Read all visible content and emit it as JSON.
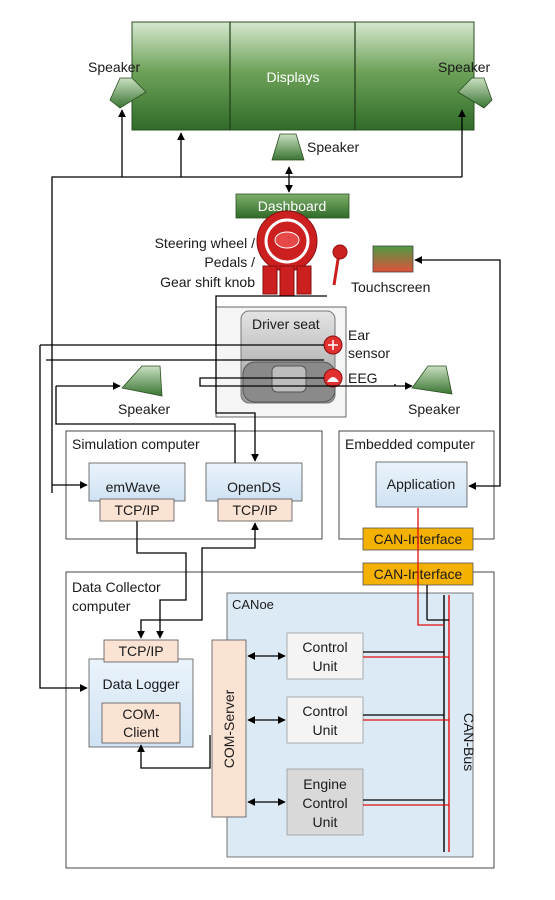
{
  "displays_label": "Displays",
  "speaker_left": "Speaker",
  "speaker_right": "Speaker",
  "speaker_center": "Speaker",
  "speaker_mid_left": "Speaker",
  "speaker_mid_right": "Speaker",
  "dashboard": "Dashboard",
  "steering_line1": "Steering wheel /",
  "steering_line2": "Pedals /",
  "steering_line3": "Gear shift knob",
  "touchscreen": "Touchscreen",
  "driver_seat": "Driver seat",
  "ear_sensor_line1": "Ear",
  "ear_sensor_line2": "sensor",
  "eeg": "EEG",
  "simulation_computer": "Simulation computer",
  "emwave": "emWave",
  "opends": "OpenDS",
  "tcpip_emwave": "TCP/IP",
  "tcpip_opends": "TCP/IP",
  "embedded_computer": "Embedded computer",
  "application": "Application",
  "can_interface_top": "CAN-Interface",
  "can_interface_bottom": "CAN-Interface",
  "data_collector_line1": "Data Collector",
  "data_collector_line2": "computer",
  "canoe": "CANoe",
  "tcpip_logger": "TCP/IP",
  "data_logger": "Data Logger",
  "com_client_line1": "COM-",
  "com_client_line2": "Client",
  "com_server": "COM-Server",
  "control_unit1_line1": "Control",
  "control_unit1_line2": "Unit",
  "control_unit2_line1": "Control",
  "control_unit2_line2": "Unit",
  "engine_line1": "Engine",
  "engine_line2": "Control",
  "engine_line3": "Unit",
  "can_bus": "CAN-Bus"
}
